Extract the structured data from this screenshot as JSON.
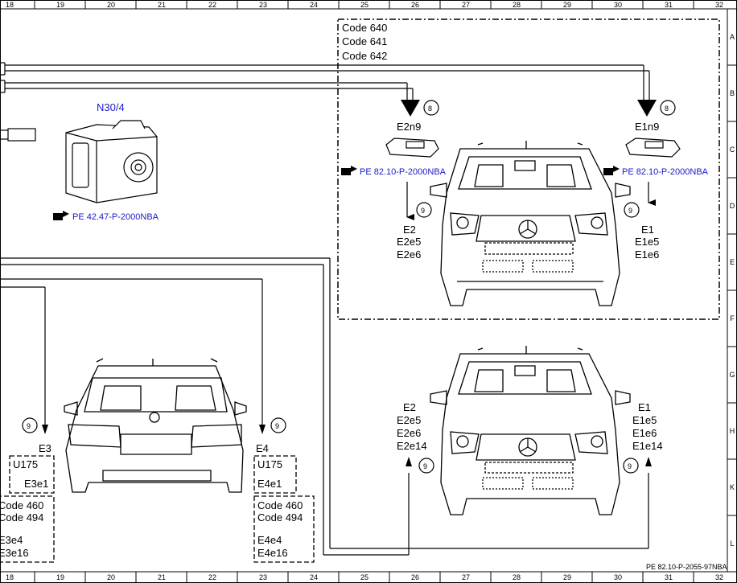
{
  "grid": {
    "columns": [
      "18",
      "19",
      "20",
      "21",
      "22",
      "23",
      "24",
      "25",
      "26",
      "27",
      "28",
      "29",
      "30",
      "31",
      "32"
    ],
    "rows": [
      "A",
      "B",
      "C",
      "D",
      "E",
      "F",
      "G",
      "H",
      "K",
      "L"
    ]
  },
  "component_n30": {
    "label": "N30/4",
    "ref": "PE 42.47-P-2000NBA"
  },
  "code_box": {
    "codes": [
      "Code 640",
      "Code 641",
      "Code 642"
    ]
  },
  "lamp_units": {
    "left": {
      "label": "E2n9",
      "ref": "PE 82.10-P-2000NBA",
      "connector": "8",
      "out_connector": "9",
      "outputs": [
        "E2",
        "E2e5",
        "E2e6"
      ]
    },
    "right": {
      "label": "E1n9",
      "ref": "PE 82.10-P-2000NBA",
      "connector": "8",
      "out_connector": "9",
      "outputs": [
        "E1",
        "E1e5",
        "E1e6"
      ]
    }
  },
  "rear": {
    "left": {
      "connector": "9",
      "label": "E3",
      "box1": [
        "U175",
        "E3e1"
      ],
      "box2": [
        "Code 460",
        "Code 494",
        "E3e4",
        "E3e16"
      ]
    },
    "right": {
      "connector": "9",
      "label": "E4",
      "box1": [
        "U175",
        "E4e1"
      ],
      "box2": [
        "Code 460",
        "Code 494",
        "E4e4",
        "E4e16"
      ]
    }
  },
  "front_lower": {
    "left": {
      "connector": "9",
      "outputs": [
        "E2",
        "E2e5",
        "E2e6",
        "E2e14"
      ]
    },
    "right": {
      "connector": "9",
      "outputs": [
        "E1",
        "E1e5",
        "E1e6",
        "E1e14"
      ]
    }
  },
  "footer": {
    "doc_ref": "PE 82.10-P-2055-97NBA"
  }
}
